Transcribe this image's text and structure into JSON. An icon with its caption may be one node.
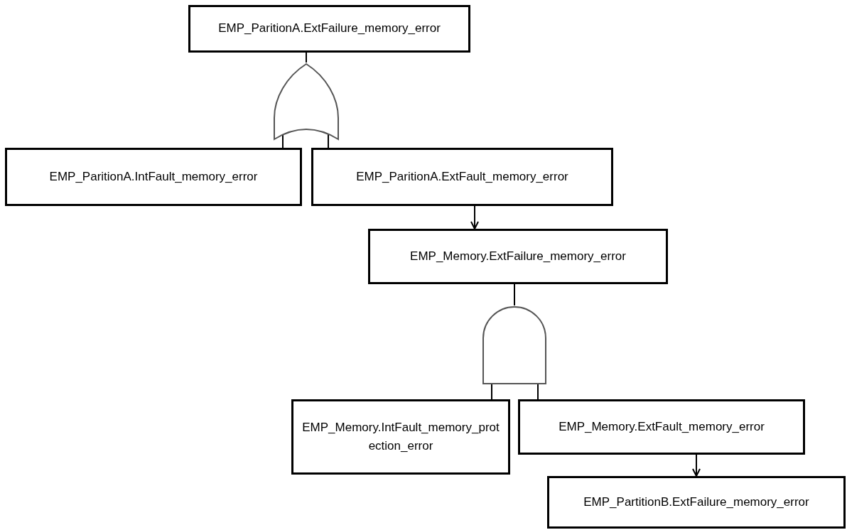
{
  "diagram": {
    "nodes": [
      {
        "text": [
          "EMP_ParitionA.ExtFailure_memory_error"
        ]
      },
      {
        "text": [],
        "shape": "or-gate"
      },
      {
        "text": [
          "EMP_ParitionA.IntFault_memory_error"
        ]
      },
      {
        "text": [
          "EMP_ParitionA.ExtFault_memory_error"
        ]
      },
      {
        "text": [
          "EMP_Memory.ExtFailure_memory_error"
        ]
      },
      {
        "text": [],
        "shape": "and-gate"
      },
      {
        "text": [
          "EMP_Memory.IntFault_memory_protection_error"
        ]
      },
      {
        "text": [
          "EMP_Memory.ExtFault_memory_error"
        ]
      },
      {
        "text": [
          "EMP_PartitionB.ExtFailure_memory_error"
        ]
      }
    ],
    "edges": [
      {
        "from": 0,
        "to": 1,
        "arrow": "none"
      },
      {
        "from": 1,
        "to": 2,
        "arrow": "none"
      },
      {
        "from": 1,
        "to": 3,
        "arrow": "none"
      },
      {
        "from": 3,
        "to": 4,
        "arrow": "to"
      },
      {
        "from": 4,
        "to": 5,
        "arrow": "none"
      },
      {
        "from": 5,
        "to": 6,
        "arrow": "none"
      },
      {
        "from": 5,
        "to": 7,
        "arrow": "none"
      },
      {
        "from": 7,
        "to": 8,
        "arrow": "to"
      }
    ]
  }
}
